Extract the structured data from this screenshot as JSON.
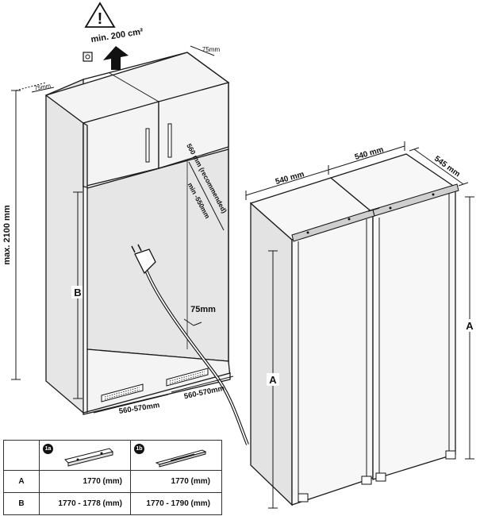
{
  "labels": {
    "ventilation": "min. 200 cm²",
    "warning_symbol": "!",
    "vent_gap_right": "75mm",
    "vent_gap_left": "75mm",
    "max_height": "max. 2100 mm",
    "niche_depth_recommended": "560 mm (recommended)",
    "niche_depth_min": "min -550mm",
    "rear_gap": "75mm",
    "niche_height": "B",
    "niche_width_front": "560-570mm",
    "niche_width_side": "560-570mm",
    "width_left": "540 mm",
    "width_right": "540 mm",
    "depth": "545 mm",
    "height_left": "A",
    "height_right": "A"
  },
  "table": {
    "badge_a": "1a",
    "badge_b": "1b",
    "rows": [
      {
        "key": "A",
        "col_a": "1770 (mm)",
        "col_b": "1770 (mm)"
      },
      {
        "key": "B",
        "col_a": "1770 - 1778  (mm)",
        "col_b": "1770 - 1790 (mm)"
      }
    ]
  }
}
